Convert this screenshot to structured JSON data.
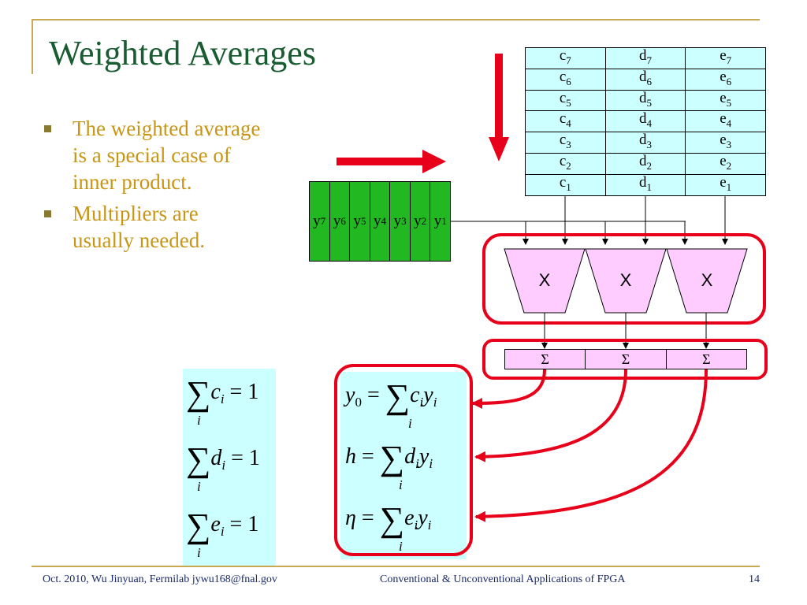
{
  "slide": {
    "title": "Weighted Averages",
    "bullets": [
      "The weighted average is a special case of inner product.",
      "Multipliers are usually needed."
    ]
  },
  "coefficient_table": {
    "rows": [
      [
        {
          "base": "c",
          "sub": "7"
        },
        {
          "base": "d",
          "sub": "7"
        },
        {
          "base": "e",
          "sub": "7"
        }
      ],
      [
        {
          "base": "c",
          "sub": "6"
        },
        {
          "base": "d",
          "sub": "6"
        },
        {
          "base": "e",
          "sub": "6"
        }
      ],
      [
        {
          "base": "c",
          "sub": "5"
        },
        {
          "base": "d",
          "sub": "5"
        },
        {
          "base": "e",
          "sub": "5"
        }
      ],
      [
        {
          "base": "c",
          "sub": "4"
        },
        {
          "base": "d",
          "sub": "4"
        },
        {
          "base": "e",
          "sub": "4"
        }
      ],
      [
        {
          "base": "c",
          "sub": "3"
        },
        {
          "base": "d",
          "sub": "3"
        },
        {
          "base": "e",
          "sub": "3"
        }
      ],
      [
        {
          "base": "c",
          "sub": "2"
        },
        {
          "base": "d",
          "sub": "2"
        },
        {
          "base": "e",
          "sub": "2"
        }
      ],
      [
        {
          "base": "c",
          "sub": "1"
        },
        {
          "base": "d",
          "sub": "1"
        },
        {
          "base": "e",
          "sub": "1"
        }
      ]
    ]
  },
  "input_register": {
    "cells": [
      {
        "base": "y",
        "sub": "7"
      },
      {
        "base": "y",
        "sub": "6"
      },
      {
        "base": "y",
        "sub": "5"
      },
      {
        "base": "y",
        "sub": "4"
      },
      {
        "base": "y",
        "sub": "3"
      },
      {
        "base": "y",
        "sub": "2"
      },
      {
        "base": "y",
        "sub": "1"
      }
    ]
  },
  "multipliers": [
    "X",
    "X",
    "X"
  ],
  "accumulators": [
    "Σ",
    "Σ",
    "Σ"
  ],
  "constraints": [
    {
      "sym": "c",
      "rhs": "= 1"
    },
    {
      "sym": "d",
      "rhs": "= 1"
    },
    {
      "sym": "e",
      "rhs": "= 1"
    }
  ],
  "outputs": [
    {
      "lhs": "y",
      "lhs_sub": "0",
      "coef": "c"
    },
    {
      "lhs": "h",
      "lhs_sub": "",
      "coef": "d"
    },
    {
      "lhs": "η",
      "lhs_sub": "",
      "coef": "e"
    }
  ],
  "math": {
    "sum": "∑",
    "index": "i",
    "equals": "=",
    "y": "y"
  },
  "footer": {
    "left": "Oct. 2010, Wu Jinyuan, Fermilab jywu168@fnal.gov",
    "center": "Conventional & Unconventional Applications of FPGA",
    "page": "14"
  },
  "colors": {
    "title": "#1a5c32",
    "bullet_text": "#c89614",
    "table_fill": "#ccffff",
    "register_fill": "#22b822",
    "multiplier_fill": "#ffccff",
    "highlight": "#e8001a",
    "rule": "#c8a850"
  }
}
